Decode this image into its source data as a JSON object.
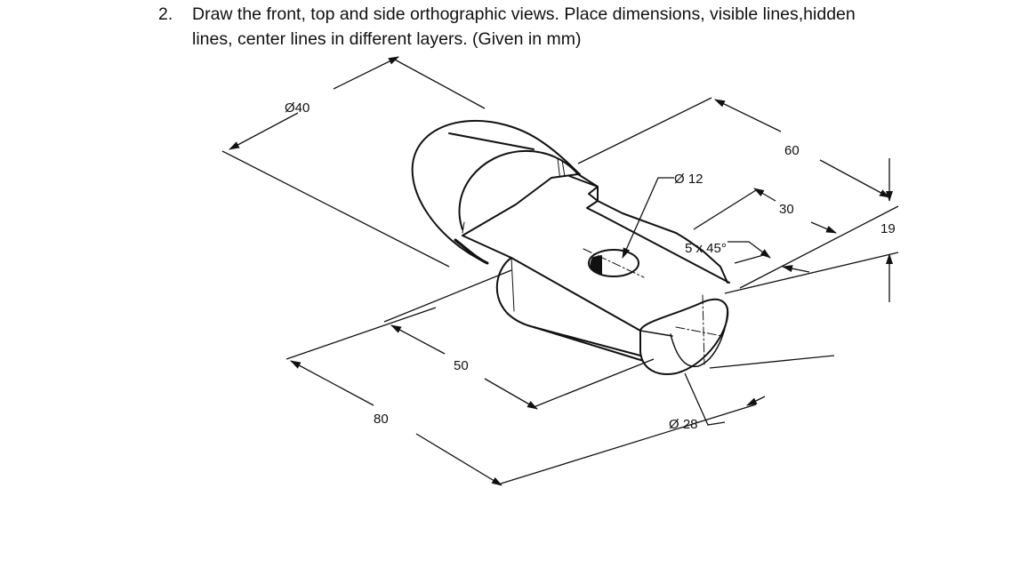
{
  "question": {
    "number": "2.",
    "line1": "Draw the front, top and side orthographic views. Place dimensions, visible lines,hidden",
    "line2": "lines, center lines in different layers. (Given in mm)"
  },
  "dimensions": {
    "dia_40": "Ø40",
    "dia_12": "Ø 12",
    "dia_28": "Ø 28",
    "chamfer": "5 x 45°",
    "len_60": "60",
    "len_30": "30",
    "len_19": "19",
    "len_50": "50",
    "len_80": "80"
  }
}
